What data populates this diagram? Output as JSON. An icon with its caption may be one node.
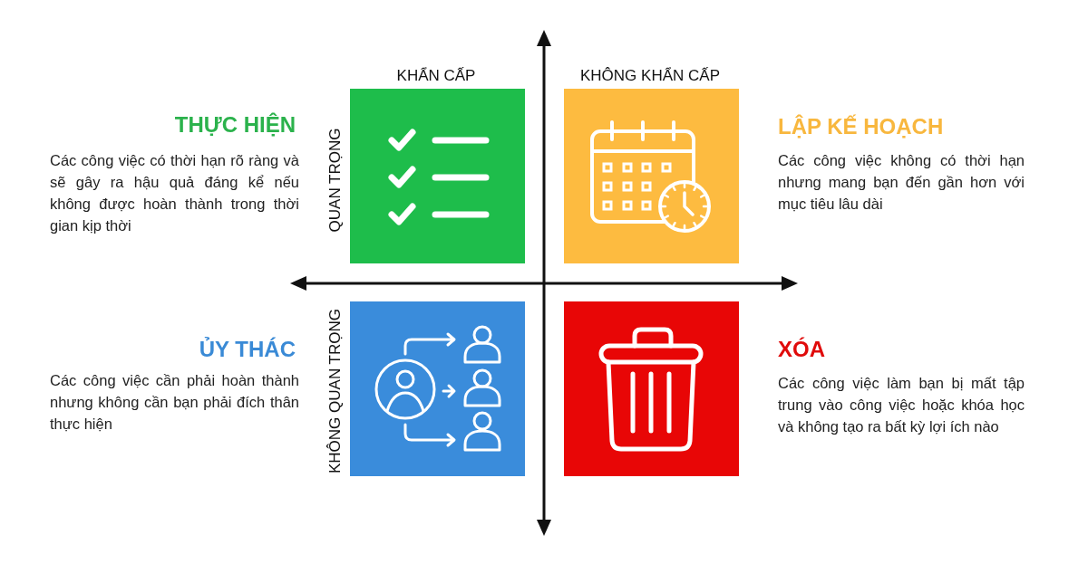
{
  "diagram": {
    "nodes": [
      {
        "text": [],
        "shape": "box",
        "beside": [
          "THỰC HIỆN",
          "Các công việc có thời hạn rõ ràng và sẽ gây ra hậu quả đáng kể nếu không được hoàn thành trong thời gian kịp thời"
        ]
      },
      {
        "text": [],
        "shape": "box",
        "beside": [
          "LẬP KẾ HOẠCH",
          "Các công việc không có thời hạn nhưng mang bạn đến gần hơn với mục tiêu lâu dài"
        ]
      },
      {
        "text": [],
        "shape": "box",
        "beside": [
          "ỦY THÁC",
          "Các công việc cần phải hoàn thành nhưng không cần bạn phải đích thân thực hiện"
        ]
      },
      {
        "text": [],
        "shape": "box",
        "beside": [
          "XÓA",
          "Các công việc làm bạn bị mất tập trung vào công việc hoặc khóa học và không tạo ra bất kỳ lợi ích nào"
        ]
      }
    ],
    "labels": [
      "KHẨN CẤP",
      "KHÔNG KHẨN CẤP",
      "QUAN TRỌNG",
      "KHÔNG QUAN TRỌNG"
    ]
  }
}
